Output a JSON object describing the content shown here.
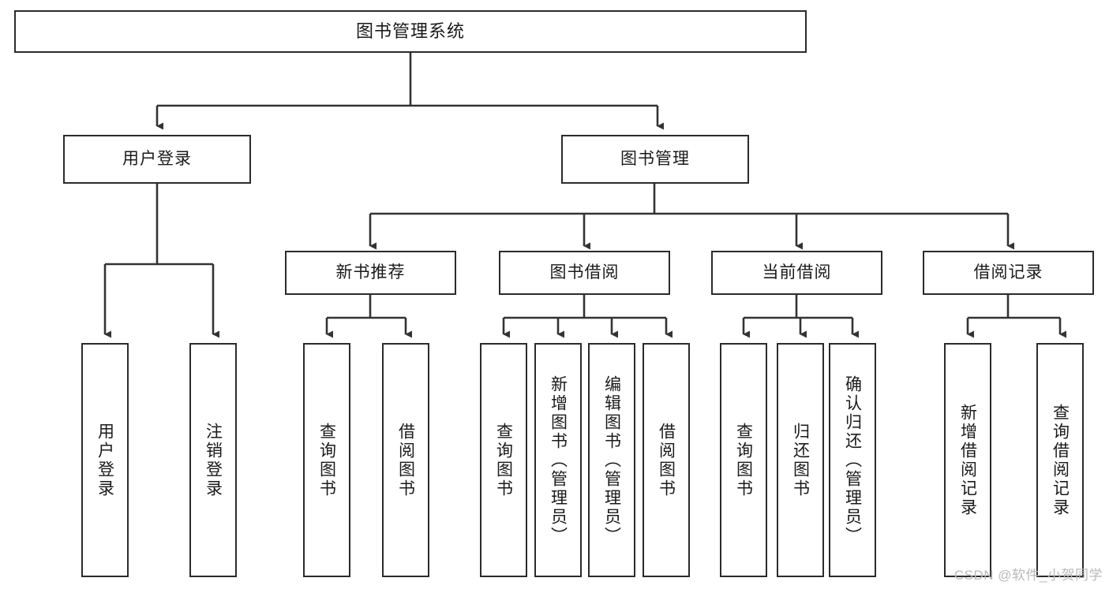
{
  "diagram": {
    "title": "图书管理系统",
    "type": "tree-hierarchy",
    "root": {
      "label": "图书管理系统"
    },
    "level1": [
      {
        "id": "user-login",
        "label": "用户登录"
      },
      {
        "id": "book-management",
        "label": "图书管理"
      }
    ],
    "level2": [
      {
        "id": "new-book-recommend",
        "label": "新书推荐",
        "parent": "book-management"
      },
      {
        "id": "book-borrow",
        "label": "图书借阅",
        "parent": "book-management"
      },
      {
        "id": "current-borrow",
        "label": "当前借阅",
        "parent": "book-management"
      },
      {
        "id": "borrow-record",
        "label": "借阅记录",
        "parent": "book-management"
      }
    ],
    "leaves": {
      "user_login": [
        {
          "id": "leaf-user-login",
          "label": "用户登录"
        },
        {
          "id": "leaf-user-logout",
          "label": "注销登录"
        }
      ],
      "new_book_recommend": [
        {
          "id": "leaf-query-book-1",
          "label": "查询图书"
        },
        {
          "id": "leaf-borrow-book-1",
          "label": "借阅图书"
        }
      ],
      "book_borrow": [
        {
          "id": "leaf-query-book-2",
          "label": "查询图书"
        },
        {
          "id": "leaf-add-book",
          "label": "新增图书（管理员）"
        },
        {
          "id": "leaf-edit-book",
          "label": "编辑图书（管理员）"
        },
        {
          "id": "leaf-borrow-book-2",
          "label": "借阅图书"
        }
      ],
      "current_borrow": [
        {
          "id": "leaf-query-book-3",
          "label": "查询图书"
        },
        {
          "id": "leaf-return-book",
          "label": "归还图书"
        },
        {
          "id": "leaf-confirm-return",
          "label": "确认归还（管理员）"
        }
      ],
      "borrow_record": [
        {
          "id": "leaf-add-record",
          "label": "新增借阅记录"
        },
        {
          "id": "leaf-query-record",
          "label": "查询借阅记录"
        }
      ]
    }
  },
  "watermark": {
    "text": "CSDN @软件_小贺同学"
  },
  "colors": {
    "border": "#2b2b2b",
    "background": "#ffffff",
    "text": "#1a1a1a",
    "watermark": "#b9b9b9",
    "connector": "#333333"
  }
}
